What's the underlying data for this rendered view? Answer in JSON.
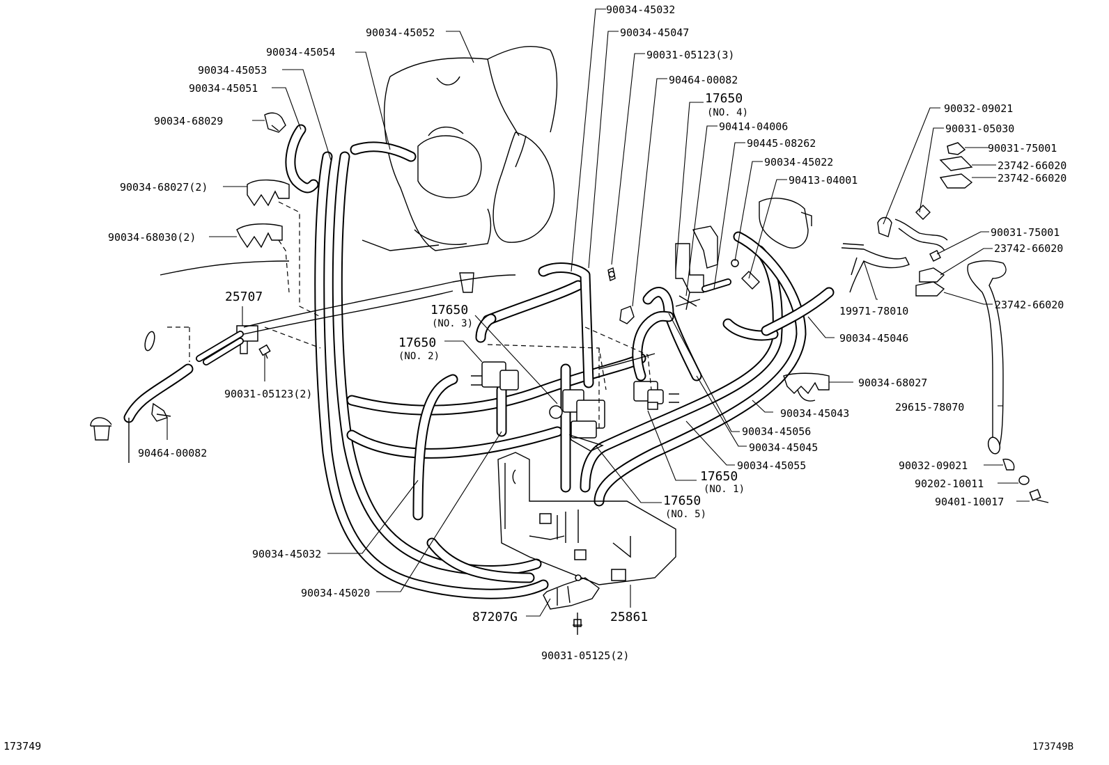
{
  "labels": {
    "p_45032_top": "90034-45032",
    "p_45047": "90034-45047",
    "p_05123_3": "90031-05123(3)",
    "p_00082_top": "90464-00082",
    "p_17650_no4": "17650",
    "no4": "(NO. 4)",
    "p_04006": "90414-04006",
    "p_08262": "90445-08262",
    "p_45022": "90034-45022",
    "p_04001": "90413-04001",
    "p_45052": "90034-45052",
    "p_45054": "90034-45054",
    "p_45053": "90034-45053",
    "p_45051": "90034-45051",
    "p_68029": "90034-68029",
    "p_68027_2": "90034-68027(2)",
    "p_68030_2": "90034-68030(2)",
    "p_25707": "25707",
    "p_05123_2": "90031-05123(2)",
    "p_00082_bottom": "90464-00082",
    "p_17650_no3": "17650",
    "no3": "(NO. 3)",
    "p_17650_no2": "17650",
    "no2": "(NO. 2)",
    "p_09021_top": "90032-09021",
    "p_05030": "90031-05030",
    "p_75001_top": "90031-75001",
    "p_66020_a": "23742-66020",
    "p_66020_b": "23742-66020",
    "p_75001_mid": "90031-75001",
    "p_66020_c": "23742-66020",
    "p_78010": "19971-78010",
    "p_66020_d": "23742-66020",
    "p_45046": "90034-45046",
    "p_68027": "90034-68027",
    "p_45043": "90034-45043",
    "p_78070": "29615-78070",
    "p_45056": "90034-45056",
    "p_45045": "90034-45045",
    "p_45055": "90034-45055",
    "p_09021_bottom": "90032-09021",
    "p_10011": "90202-10011",
    "p_10017": "90401-10017",
    "p_17650_no1": "17650",
    "no1": "(NO. 1)",
    "p_17650_no5": "17650",
    "no5": "(NO. 5)",
    "p_45032_bottom": "90034-45032",
    "p_45020": "90034-45020",
    "p_87207g": "87207G",
    "p_25861": "25861",
    "p_05125_2": "90031-05125(2)"
  },
  "footer": {
    "left_code": "173749",
    "right_code": "173749B"
  }
}
